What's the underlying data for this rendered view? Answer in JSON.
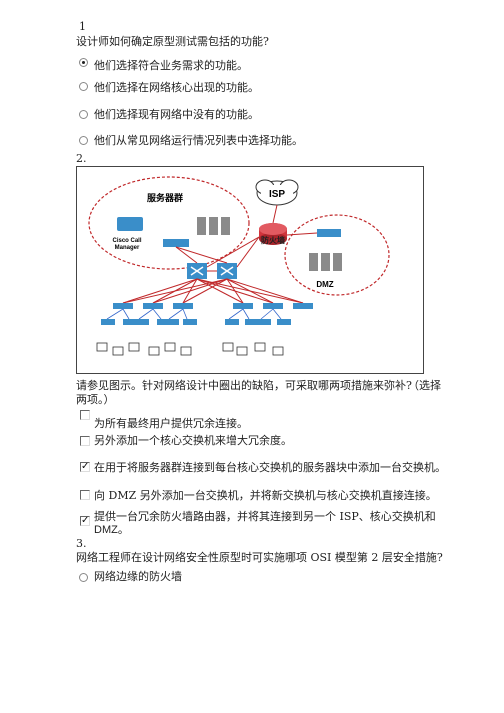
{
  "questions": [
    {
      "number": "1",
      "prompt": "设计师如何确定原型测试需包括的功能?",
      "options": [
        {
          "text": "他们选择符合业务需求的功能。",
          "selected": true
        },
        {
          "text": "他们选择在网络核心出现的功能。",
          "selected": false
        },
        {
          "text": "他们选择现有网络中没有的功能。",
          "selected": false
        },
        {
          "text": "他们从常见网络运行情况列表中选择功能。",
          "selected": false
        }
      ]
    },
    {
      "number": "2.",
      "diagram": {
        "isp": "ISP",
        "server_group": "服务器群",
        "cisco_call_manager_line1": "Cisco Call",
        "cisco_call_manager_line2": "Manager",
        "firewall": "防火墙",
        "dmz": "DMZ"
      },
      "prompt_line1": "请参见图示。针对网络设计中圈出的缺陷，可采取哪两项措施来弥补?",
      "prompt_hint": "（选择",
      "prompt_line2": "两项。）",
      "options": [
        {
          "text": "为所有最终用户提供冗余连接。",
          "checked": false
        },
        {
          "text": "另外添加一个核心交换机来增大冗余度。",
          "checked": false
        },
        {
          "text": "在用于将服务器群连接到每台核心交换机的服务器块中添加一台交换机。",
          "checked": true
        },
        {
          "text": "向 DMZ 另外添加一台交换机，并将新交换机与核心交换机直接连接。",
          "checked": false
        },
        {
          "text_line1": "提供一台冗余防火墙路由器，并将其连接到另一个 ISP、核心交换机和",
          "text_line2": "DMZ。",
          "checked": true
        }
      ]
    },
    {
      "number": "3.",
      "prompt": "网络工程师在设计网络安全性原型时可实施哪项 OSI 模型第 2 层安全措施?",
      "options": [
        {
          "text": "网络边缘的防火墙",
          "selected": false
        }
      ]
    }
  ],
  "colors": {
    "switch_blue": "#3a8ec9",
    "router_red": "#d0343c",
    "link_red": "#c0282a",
    "link_blue": "#3366cc",
    "server_grey": "#8a8a8a"
  }
}
